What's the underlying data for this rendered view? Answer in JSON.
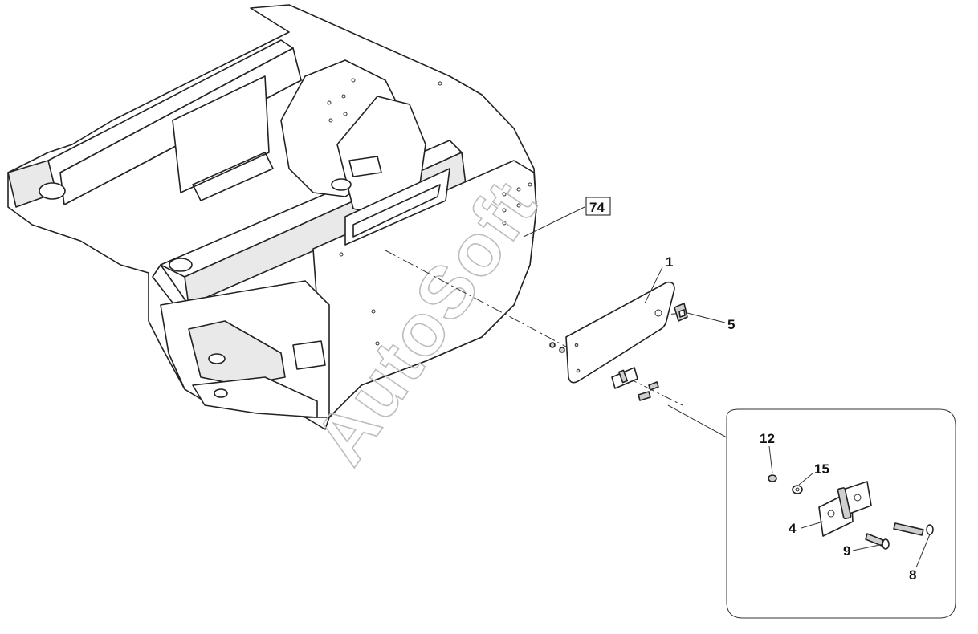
{
  "watermark": {
    "text": "AutoSoft"
  },
  "frame": {
    "label": "74"
  },
  "callouts": [
    {
      "id": "1",
      "text": "1"
    },
    {
      "id": "5",
      "text": "5"
    },
    {
      "id": "12",
      "text": "12"
    },
    {
      "id": "15",
      "text": "15"
    },
    {
      "id": "4",
      "text": "4"
    },
    {
      "id": "9",
      "text": "9"
    },
    {
      "id": "8",
      "text": "8"
    }
  ]
}
